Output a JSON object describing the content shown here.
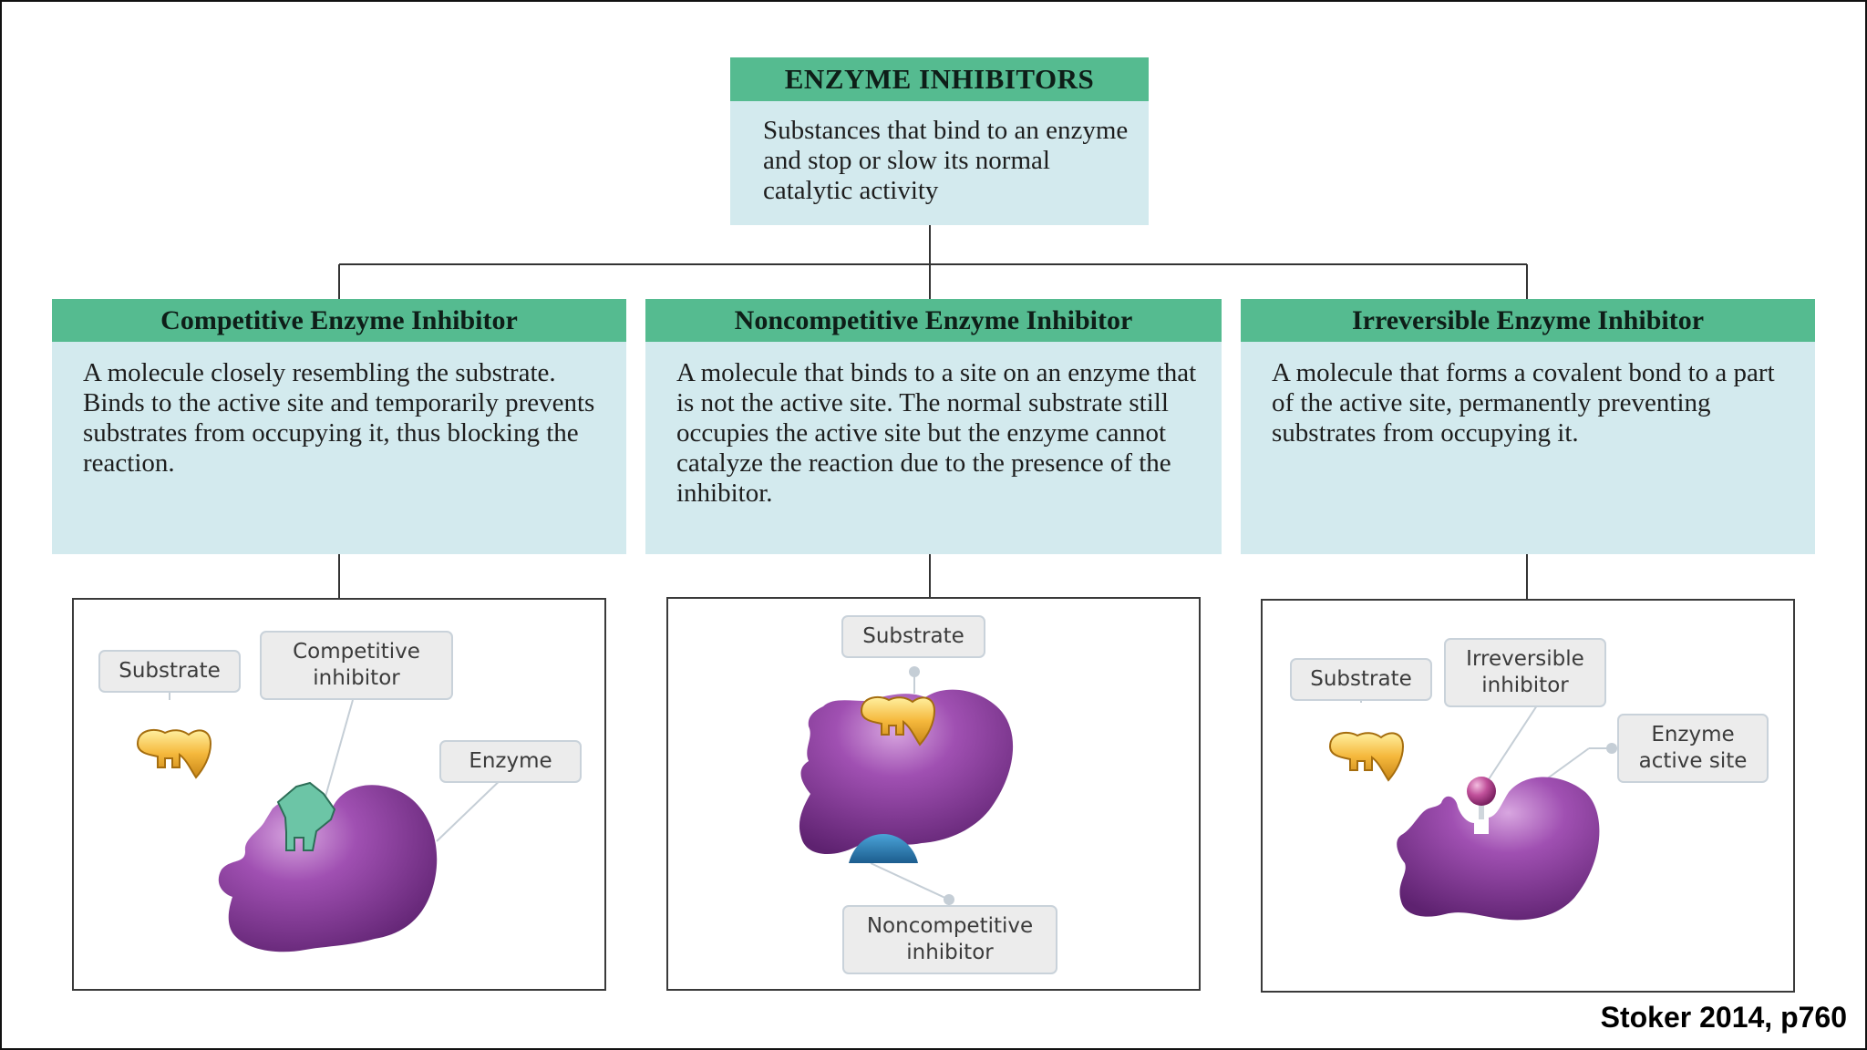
{
  "diagram": {
    "title": "ENZYME INHIBITORS",
    "definition": "Substances that bind to an enzyme and stop or slow its normal catalytic activity",
    "categories": [
      {
        "title": "Competitive Enzyme Inhibitor",
        "description": "A molecule closely resembling the substrate. Binds to the active site and temporarily prevents substrates from occupying it, thus blocking the reaction.",
        "labels": {
          "substrate": "Substrate",
          "inhibitor": "Competitive inhibitor",
          "enzyme": "Enzyme"
        }
      },
      {
        "title": "Noncompetitive Enzyme Inhibitor",
        "description": "A molecule that binds to a site on an enzyme that is not the active site. The normal substrate still occupies the active site but the enzyme cannot catalyze the reaction due to the presence of the inhibitor.",
        "labels": {
          "substrate": "Substrate",
          "inhibitor": "Noncompetitive inhibitor"
        }
      },
      {
        "title": "Irreversible Enzyme Inhibitor",
        "description": "A molecule that forms a covalent bond to a part of the active site, permanently preventing substrates from occupying it.",
        "labels": {
          "substrate": "Substrate",
          "inhibitor": "Irreversible inhibitor",
          "active_site": "Enzyme active site"
        }
      }
    ],
    "source": "Stoker 2014, p760"
  },
  "colors": {
    "header_green": "#55bb90",
    "body_blue": "#d3eaee",
    "enzyme_purple": "#8e3f9e",
    "substrate_yellow": "#f1b43a",
    "competitive_inhibitor_teal": "#6cc5a6",
    "noncompetitive_inhibitor_blue": "#2a7fb8",
    "irreversible_inhibitor_pink": "#c0509a"
  },
  "icons": [
    "substrate-molecule-icon",
    "enzyme-icon",
    "competitive-inhibitor-icon",
    "noncompetitive-inhibitor-icon",
    "irreversible-inhibitor-icon"
  ]
}
